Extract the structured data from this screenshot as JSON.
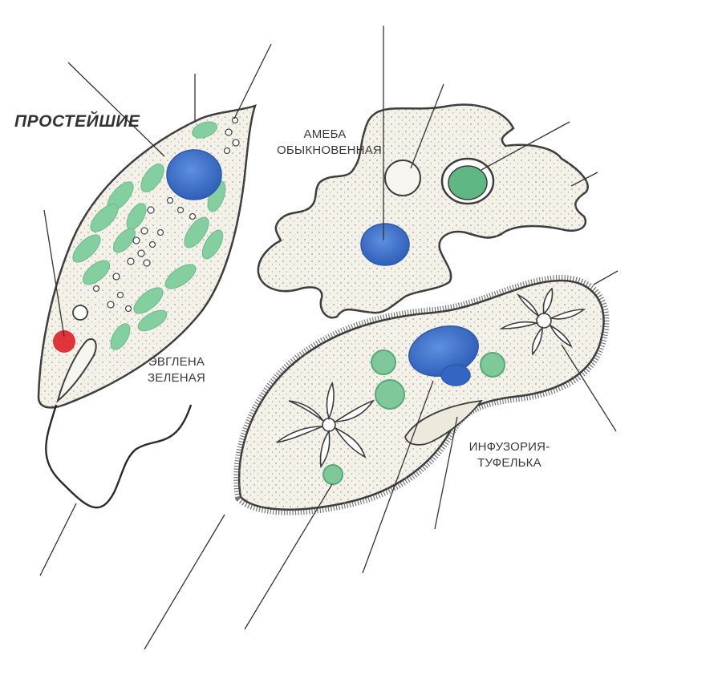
{
  "title": "ПРОСТЕЙШИЕ",
  "organisms": {
    "euglena": {
      "line1": "ЭВГЛЕНА",
      "line2": "ЗЕЛЕНАЯ"
    },
    "amoeba": {
      "line1": "АМЕБА",
      "line2": "ОБЫКНОВЕННАЯ"
    },
    "paramecium": {
      "line1": "ИНФУЗОРИЯ-",
      "line2": "ТУФЕЛЬКА"
    }
  },
  "colors": {
    "cytoplasm": "#f3f1e8",
    "outline": "#3d3d3d",
    "nucleus": "#3f73c9",
    "chloroplast": "#84cfa0",
    "stigma": "#e0343a",
    "food_vacuole": "#7fc89a",
    "vacuole": "#f7f5ef"
  }
}
